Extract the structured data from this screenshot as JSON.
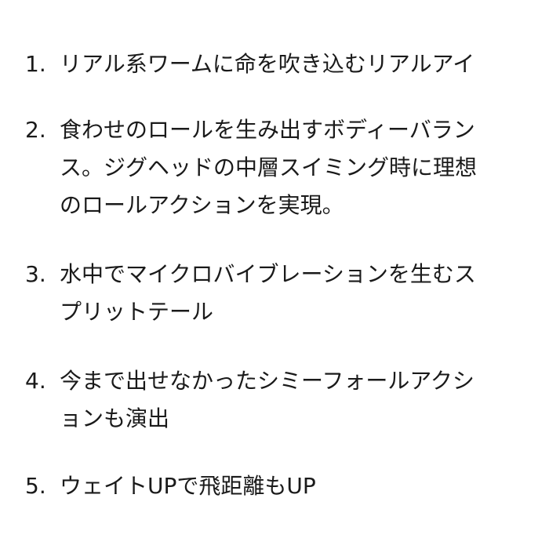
{
  "items": [
    {
      "number": "1.",
      "lines": [
        "リアル系ワームに命を吹き込むリアルアイ"
      ]
    },
    {
      "number": "2.",
      "lines": [
        "食わせのロールを生み出すボディーバラン",
        "ス。ジグヘッドの中層スイミング時に理想",
        "のロールアクションを実現。"
      ]
    },
    {
      "number": "3.",
      "lines": [
        "水中でマイクロバイブレーションを生むス",
        "プリットテール"
      ]
    },
    {
      "number": "4.",
      "lines": [
        "今まで出せなかったシミーフォールアクシ",
        "ョンも演出"
      ]
    },
    {
      "number": "5.",
      "lines": [
        "ウェイトUPで飛距離もUP"
      ]
    }
  ]
}
